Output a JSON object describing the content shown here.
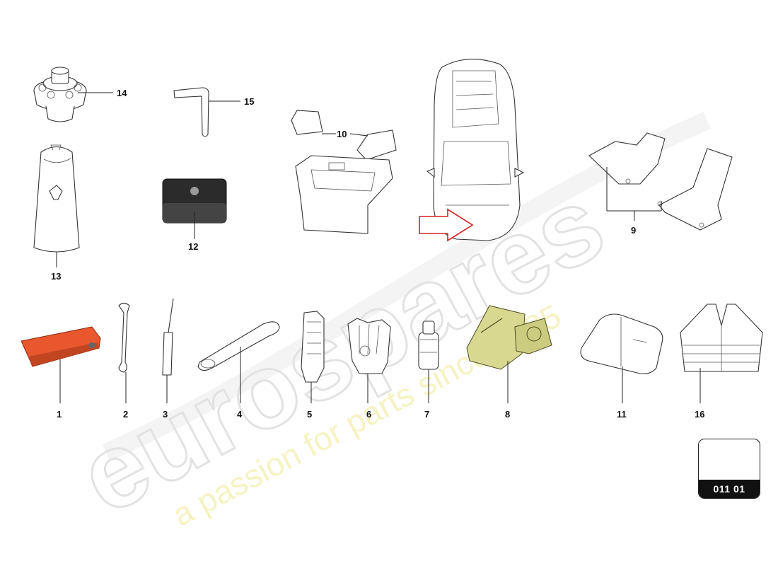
{
  "watermark": {
    "brand": "eurospares",
    "tagline": "a passion for parts since 1985"
  },
  "callouts": [
    "1",
    "2",
    "3",
    "4",
    "5",
    "6",
    "7",
    "8",
    "9",
    "10",
    "11",
    "12",
    "13",
    "14",
    "15",
    "16"
  ],
  "badge": {
    "code": "011 01"
  },
  "colors": {
    "pouch": "#e8572e",
    "compressor": "#d8d890",
    "arrow": "#d62020"
  }
}
